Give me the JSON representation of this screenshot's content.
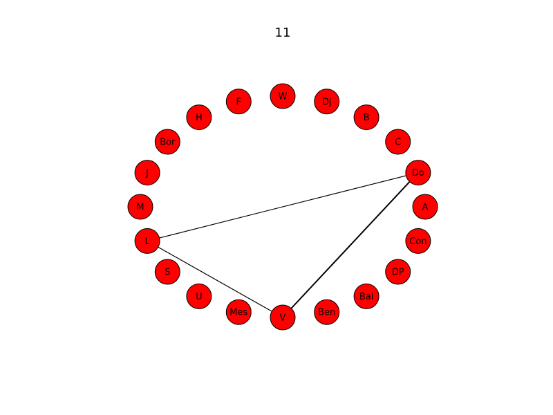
{
  "title": "11",
  "colors": {
    "node_fill": "#ff0000",
    "node_stroke": "#000000",
    "edge": "#000000",
    "background": "#ffffff"
  },
  "nodes": [
    {
      "id": "W",
      "label": "W"
    },
    {
      "id": "Dj",
      "label": "Dj"
    },
    {
      "id": "B",
      "label": "B"
    },
    {
      "id": "C",
      "label": "C"
    },
    {
      "id": "Do",
      "label": "Do"
    },
    {
      "id": "A",
      "label": "A"
    },
    {
      "id": "Con",
      "label": "Con"
    },
    {
      "id": "DP",
      "label": "DP"
    },
    {
      "id": "Bal",
      "label": "Bal"
    },
    {
      "id": "Ben",
      "label": "Ben"
    },
    {
      "id": "V",
      "label": "V"
    },
    {
      "id": "Mes",
      "label": "Mes"
    },
    {
      "id": "U",
      "label": "U"
    },
    {
      "id": "S",
      "label": "S"
    },
    {
      "id": "L",
      "label": "L"
    },
    {
      "id": "M",
      "label": "M"
    },
    {
      "id": "J",
      "label": "J"
    },
    {
      "id": "Bor",
      "label": "Bor"
    },
    {
      "id": "H",
      "label": "H"
    },
    {
      "id": "F",
      "label": "F"
    }
  ],
  "edges": [
    {
      "source": "L",
      "target": "Do",
      "weight": 1
    },
    {
      "source": "L",
      "target": "V",
      "weight": 1
    },
    {
      "source": "Do",
      "target": "V",
      "weight": 2
    }
  ]
}
